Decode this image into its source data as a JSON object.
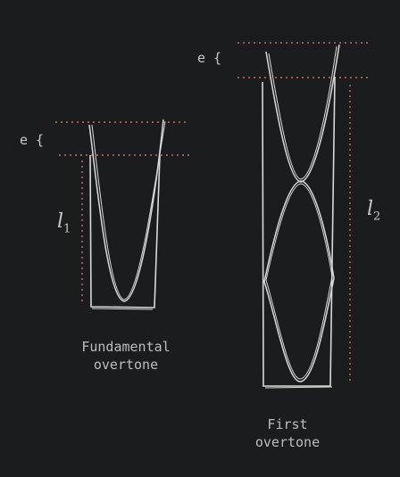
{
  "labels": {
    "e_left": "e {",
    "e_right": "e {",
    "l1_var": "l",
    "l1_sub": "1",
    "l2_var": "l",
    "l2_sub": "2"
  },
  "captions": {
    "fundamental_line1": "Fundamental",
    "fundamental_line2": "overtone",
    "first_line1": "First",
    "first_line2": "overtone"
  },
  "colors": {
    "background": "#1b1c1d",
    "stroke": "#d9d9d9",
    "dotted": "#d0666b",
    "text": "#c9c9c9"
  }
}
